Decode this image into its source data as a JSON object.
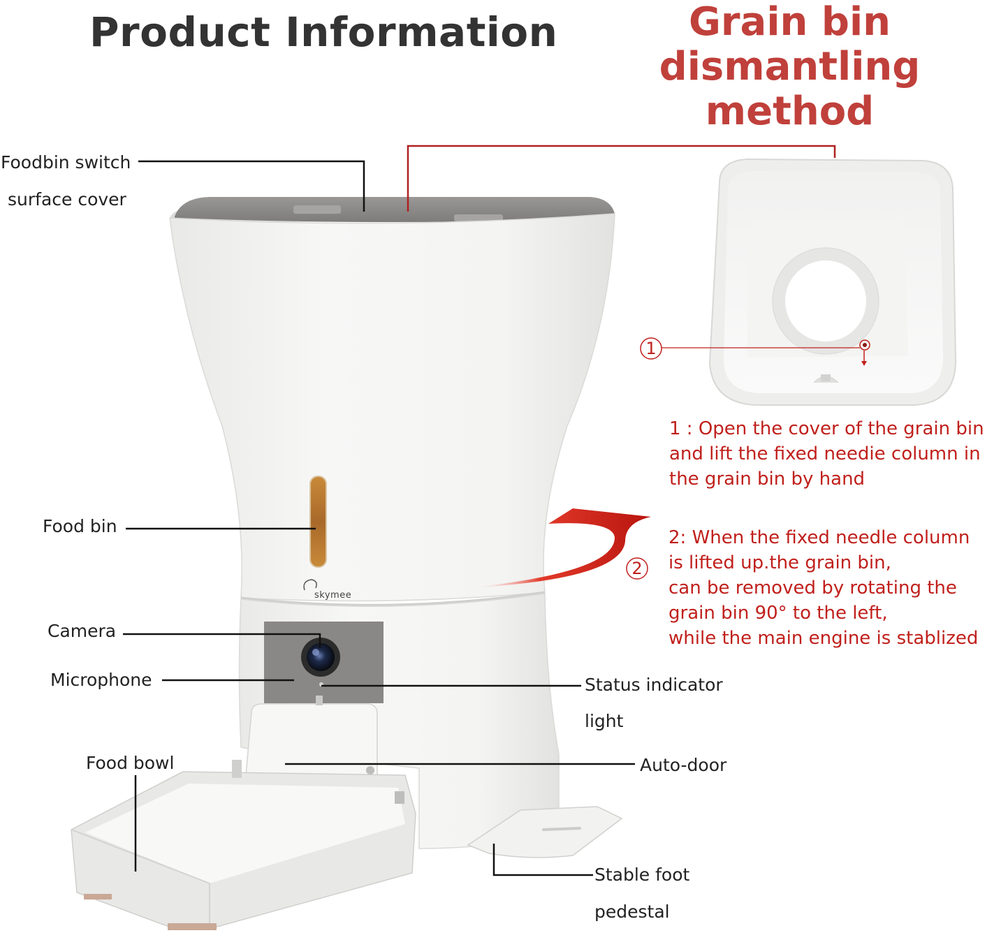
{
  "titles": {
    "product_information": "Product Information",
    "grain_bin_line1": "Grain bin",
    "grain_bin_line2": "dismantling method"
  },
  "labels": {
    "foodbin_switch": "Foodbin switch",
    "surface_cover": "surface cover",
    "food_bin": "Food bin",
    "camera": "Camera",
    "microphone": "Microphone",
    "status_indicator": "Status indicator",
    "light": "light",
    "food_bowl": "Food bowl",
    "auto_door": "Auto-door",
    "stable_foot": "Stable foot",
    "pedestal": "pedestal"
  },
  "brand": {
    "logo_text": "skymee"
  },
  "markers": {
    "one": "1",
    "two": "2"
  },
  "steps": {
    "step1": [
      "1 : Open the cover of the grain bin",
      "and lift the fixed needie column in",
      "the grain bin by hand"
    ],
    "step2": [
      "2: When the fixed needle column",
      "is lifted up.the grain bin,",
      "can be removed by rotating the",
      "grain bin 90° to the left,",
      "while the main engine is stablized"
    ]
  },
  "colors": {
    "accent_red": "#c0201c",
    "title_red": "#c0403b",
    "title_dark": "#333333",
    "body_white": "#f4f4f2",
    "lid_gray": "#8c8a88"
  }
}
